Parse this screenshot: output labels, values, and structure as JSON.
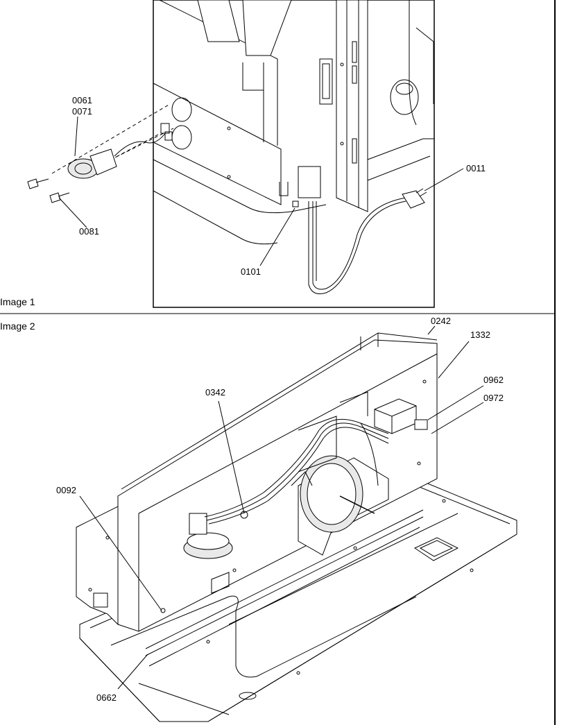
{
  "image1": {
    "caption": "Image 1",
    "labels": {
      "p0061": "0061",
      "p0071": "0071",
      "p0081": "0081",
      "p0101": "0101",
      "p0011": "0011"
    }
  },
  "image2": {
    "caption": "Image 2",
    "labels": {
      "p0242": "0242",
      "p1332": "1332",
      "p0962": "0962",
      "p0972": "0972",
      "p0342": "0342",
      "p0092": "0092",
      "p0662": "0662"
    }
  }
}
